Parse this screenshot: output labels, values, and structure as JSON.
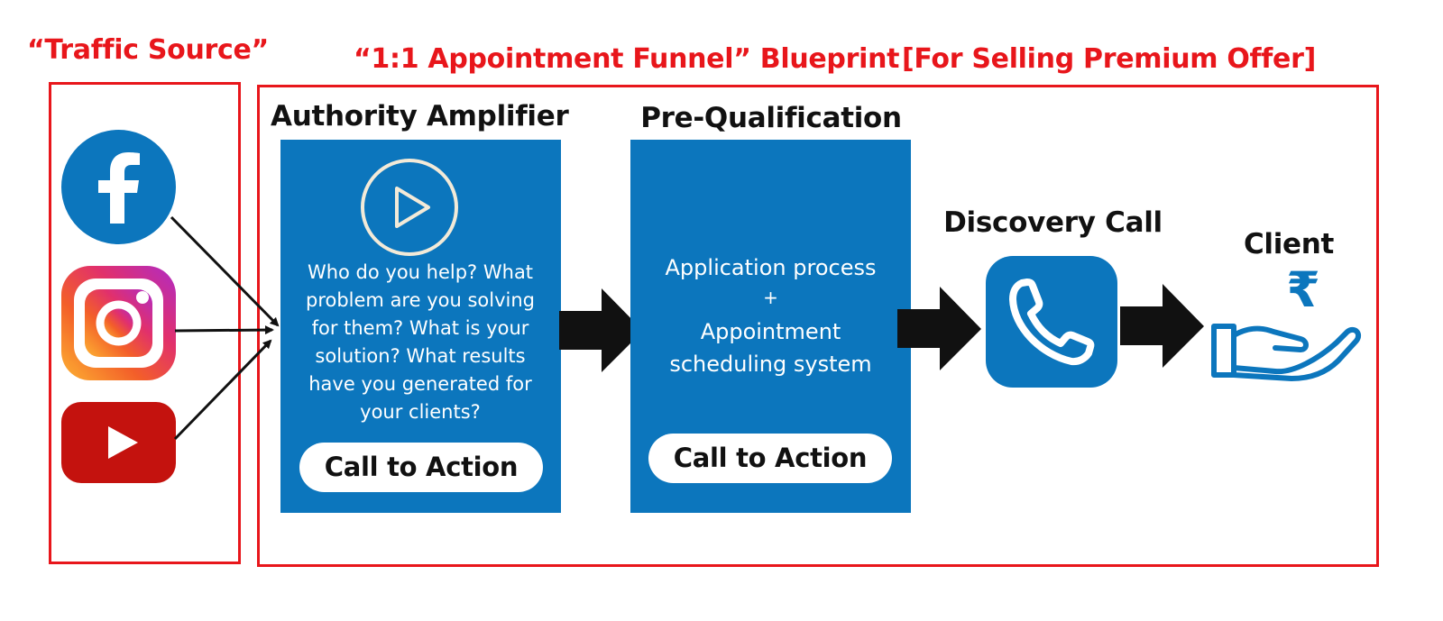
{
  "traffic": {
    "title": "“Traffic Source”",
    "sources": [
      {
        "name": "Facebook",
        "color": "#1877f2"
      },
      {
        "name": "Instagram",
        "color": "#e1306c"
      },
      {
        "name": "YouTube",
        "color": "#c4120e"
      }
    ]
  },
  "funnel": {
    "title": "“1:1 Appointment Funnel” Blueprint",
    "subtitle": "[For Selling Premium Offer]",
    "stages": {
      "authority": {
        "heading": "Authority Amplifier",
        "body": "Who do you help? What problem are you solving for them? What is your solution? What results have you generated for your clients?",
        "cta": "Call to Action"
      },
      "prequal": {
        "heading": "Pre-Qualification",
        "line1": "Application process",
        "plus": "+",
        "line2": "Appointment scheduling system",
        "cta": "Call to Action"
      },
      "discovery": {
        "heading": "Discovery Call"
      },
      "client": {
        "heading": "Client",
        "currency": "₹"
      }
    }
  },
  "colors": {
    "accent_red": "#e8161b",
    "panel_blue": "#0c76bd",
    "arrow_black": "#111111"
  }
}
